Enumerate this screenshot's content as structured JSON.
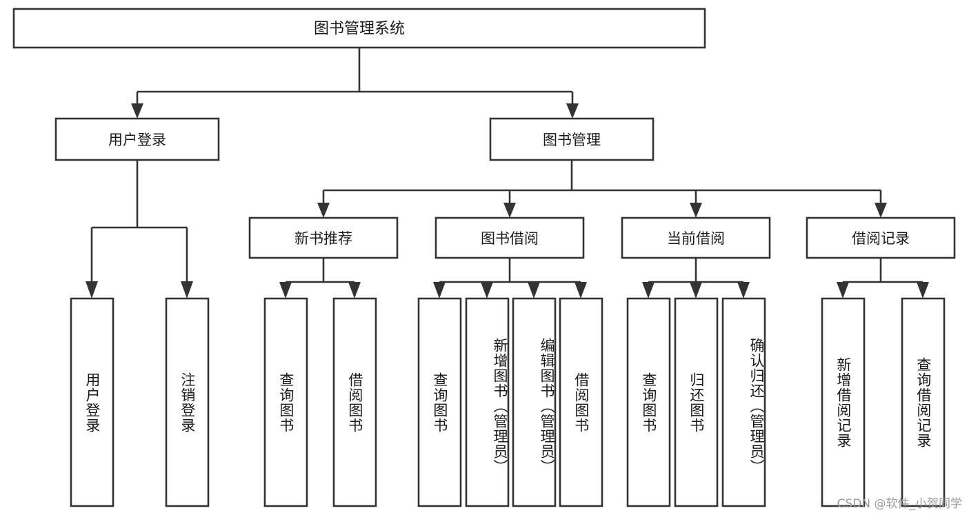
{
  "diagram": {
    "type": "tree-hierarchy",
    "title_text": "图书管理系统",
    "stroke_color": "#333333",
    "fill_color": "#ffffff",
    "text_color": "#1a1a1a",
    "root": {
      "label": "图书管理系统"
    },
    "level2": [
      {
        "label": "用户登录"
      },
      {
        "label": "图书管理"
      }
    ],
    "level3": [
      {
        "label": "新书推荐"
      },
      {
        "label": "图书借阅"
      },
      {
        "label": "当前借阅"
      },
      {
        "label": "借阅记录"
      }
    ],
    "leaves": {
      "user_login": [
        {
          "label": "用户登录"
        },
        {
          "label": "注销登录"
        }
      ],
      "new_book_recommend": [
        {
          "label": "查询图书"
        },
        {
          "label": "借阅图书"
        }
      ],
      "book_borrow": [
        {
          "label": "查询图书"
        },
        {
          "label": "新增图书（管理员）"
        },
        {
          "label": "编辑图书（管理员）"
        },
        {
          "label": "借阅图书"
        }
      ],
      "current_borrow": [
        {
          "label": "查询图书"
        },
        {
          "label": "归还图书"
        },
        {
          "label": "确认归还（管理员）"
        }
      ],
      "borrow_record": [
        {
          "label": "新增借阅记录"
        },
        {
          "label": "查询借阅记录"
        }
      ]
    }
  },
  "watermark": {
    "text": "CSDN @软件_小贺同学"
  }
}
